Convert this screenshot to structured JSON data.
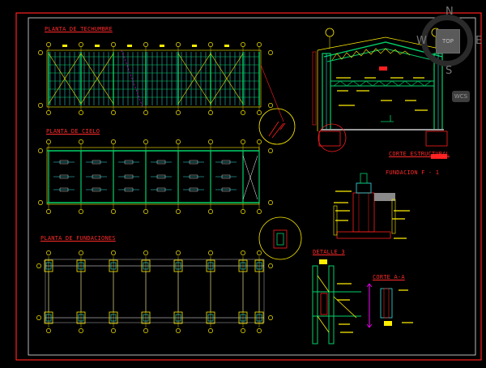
{
  "drawing": {
    "labels": {
      "techumbre": "PLANTA DE TECHUMBRE",
      "cielo": "PLANTA DE CIELO",
      "fundaciones": "PLANTA DE FUNDACIONES",
      "corte_estructural": "CORTE ESTRUCTURAL",
      "fundacion": "FUNDACION   F - 1",
      "detalle": "DETALLE 3",
      "corte_aa": "CORTE A-A"
    }
  },
  "viewcube": {
    "north": "N",
    "south": "S",
    "east": "E",
    "west": "W",
    "top": "TOP",
    "wcs": "WCS"
  },
  "colors": {
    "border": "#ff1f1f",
    "frame": "#e8e8e8",
    "grid": "#ffee00",
    "steel": "#00d26a",
    "cyan": "#2ee6e6",
    "magenta": "#ff00ff",
    "white": "#ffffff"
  }
}
